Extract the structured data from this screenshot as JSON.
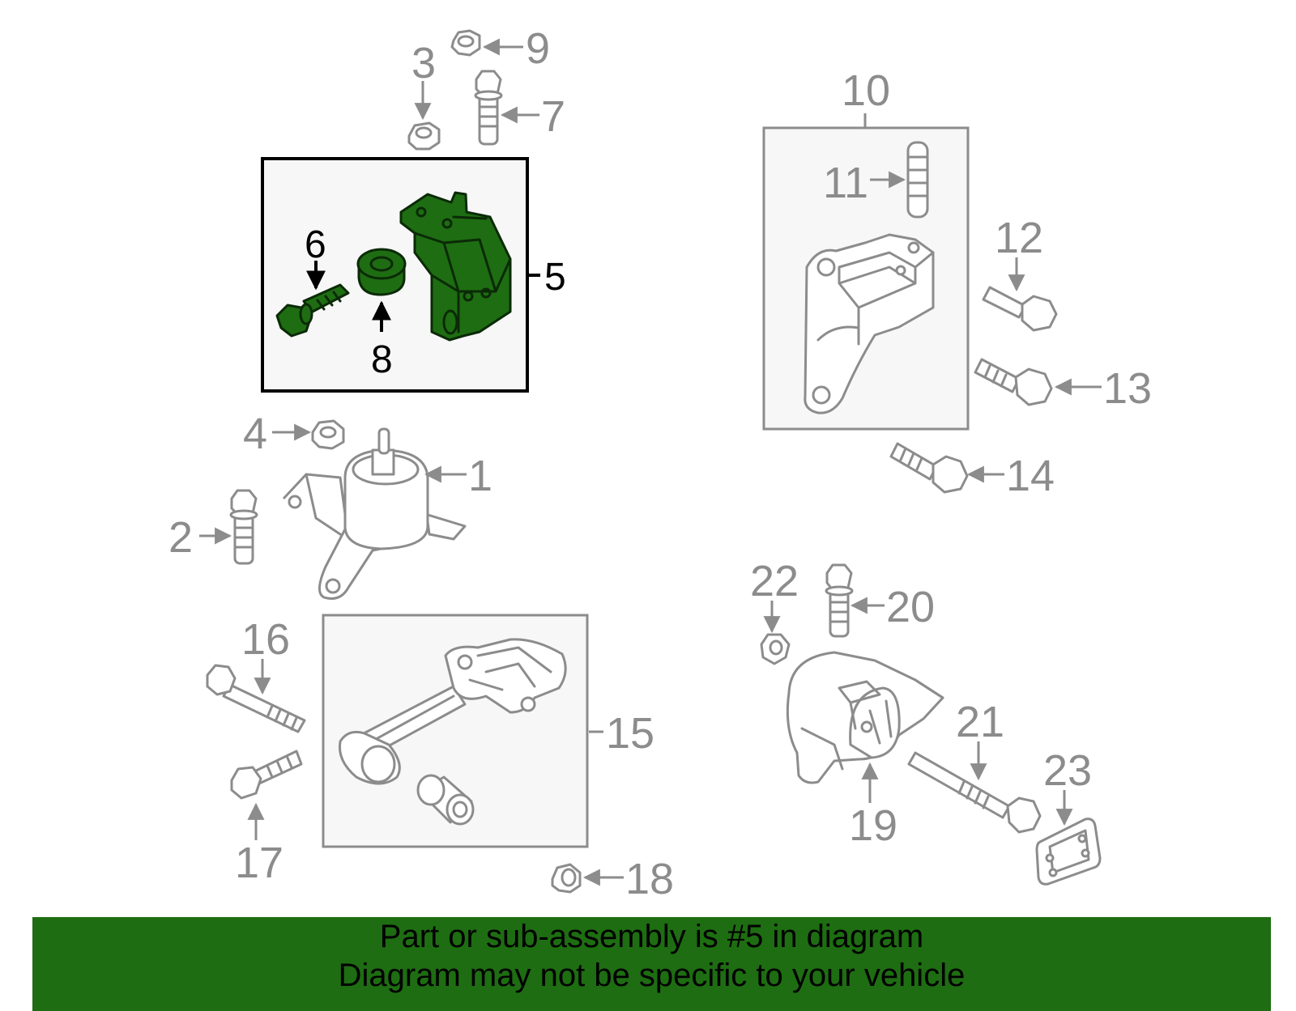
{
  "colors": {
    "highlight": "#1e6d12",
    "part_stroke": "#8c8c8c",
    "box_fill": "#f7f7f7",
    "banner_background": "#1e6d12"
  },
  "callouts": {
    "c1": "1",
    "c2": "2",
    "c3": "3",
    "c4": "4",
    "c5": "5",
    "c6": "6",
    "c7": "7",
    "c8": "8",
    "c9": "9",
    "c10": "10",
    "c11": "11",
    "c12": "12",
    "c13": "13",
    "c14": "14",
    "c15": "15",
    "c16": "16",
    "c17": "17",
    "c18": "18",
    "c19": "19",
    "c20": "20",
    "c21": "21",
    "c22": "22",
    "c23": "23"
  },
  "highlighted_part": "5",
  "banner": {
    "line1": "Part or sub-assembly is #5 in diagram",
    "line2": "Diagram may not be specific to your vehicle"
  }
}
